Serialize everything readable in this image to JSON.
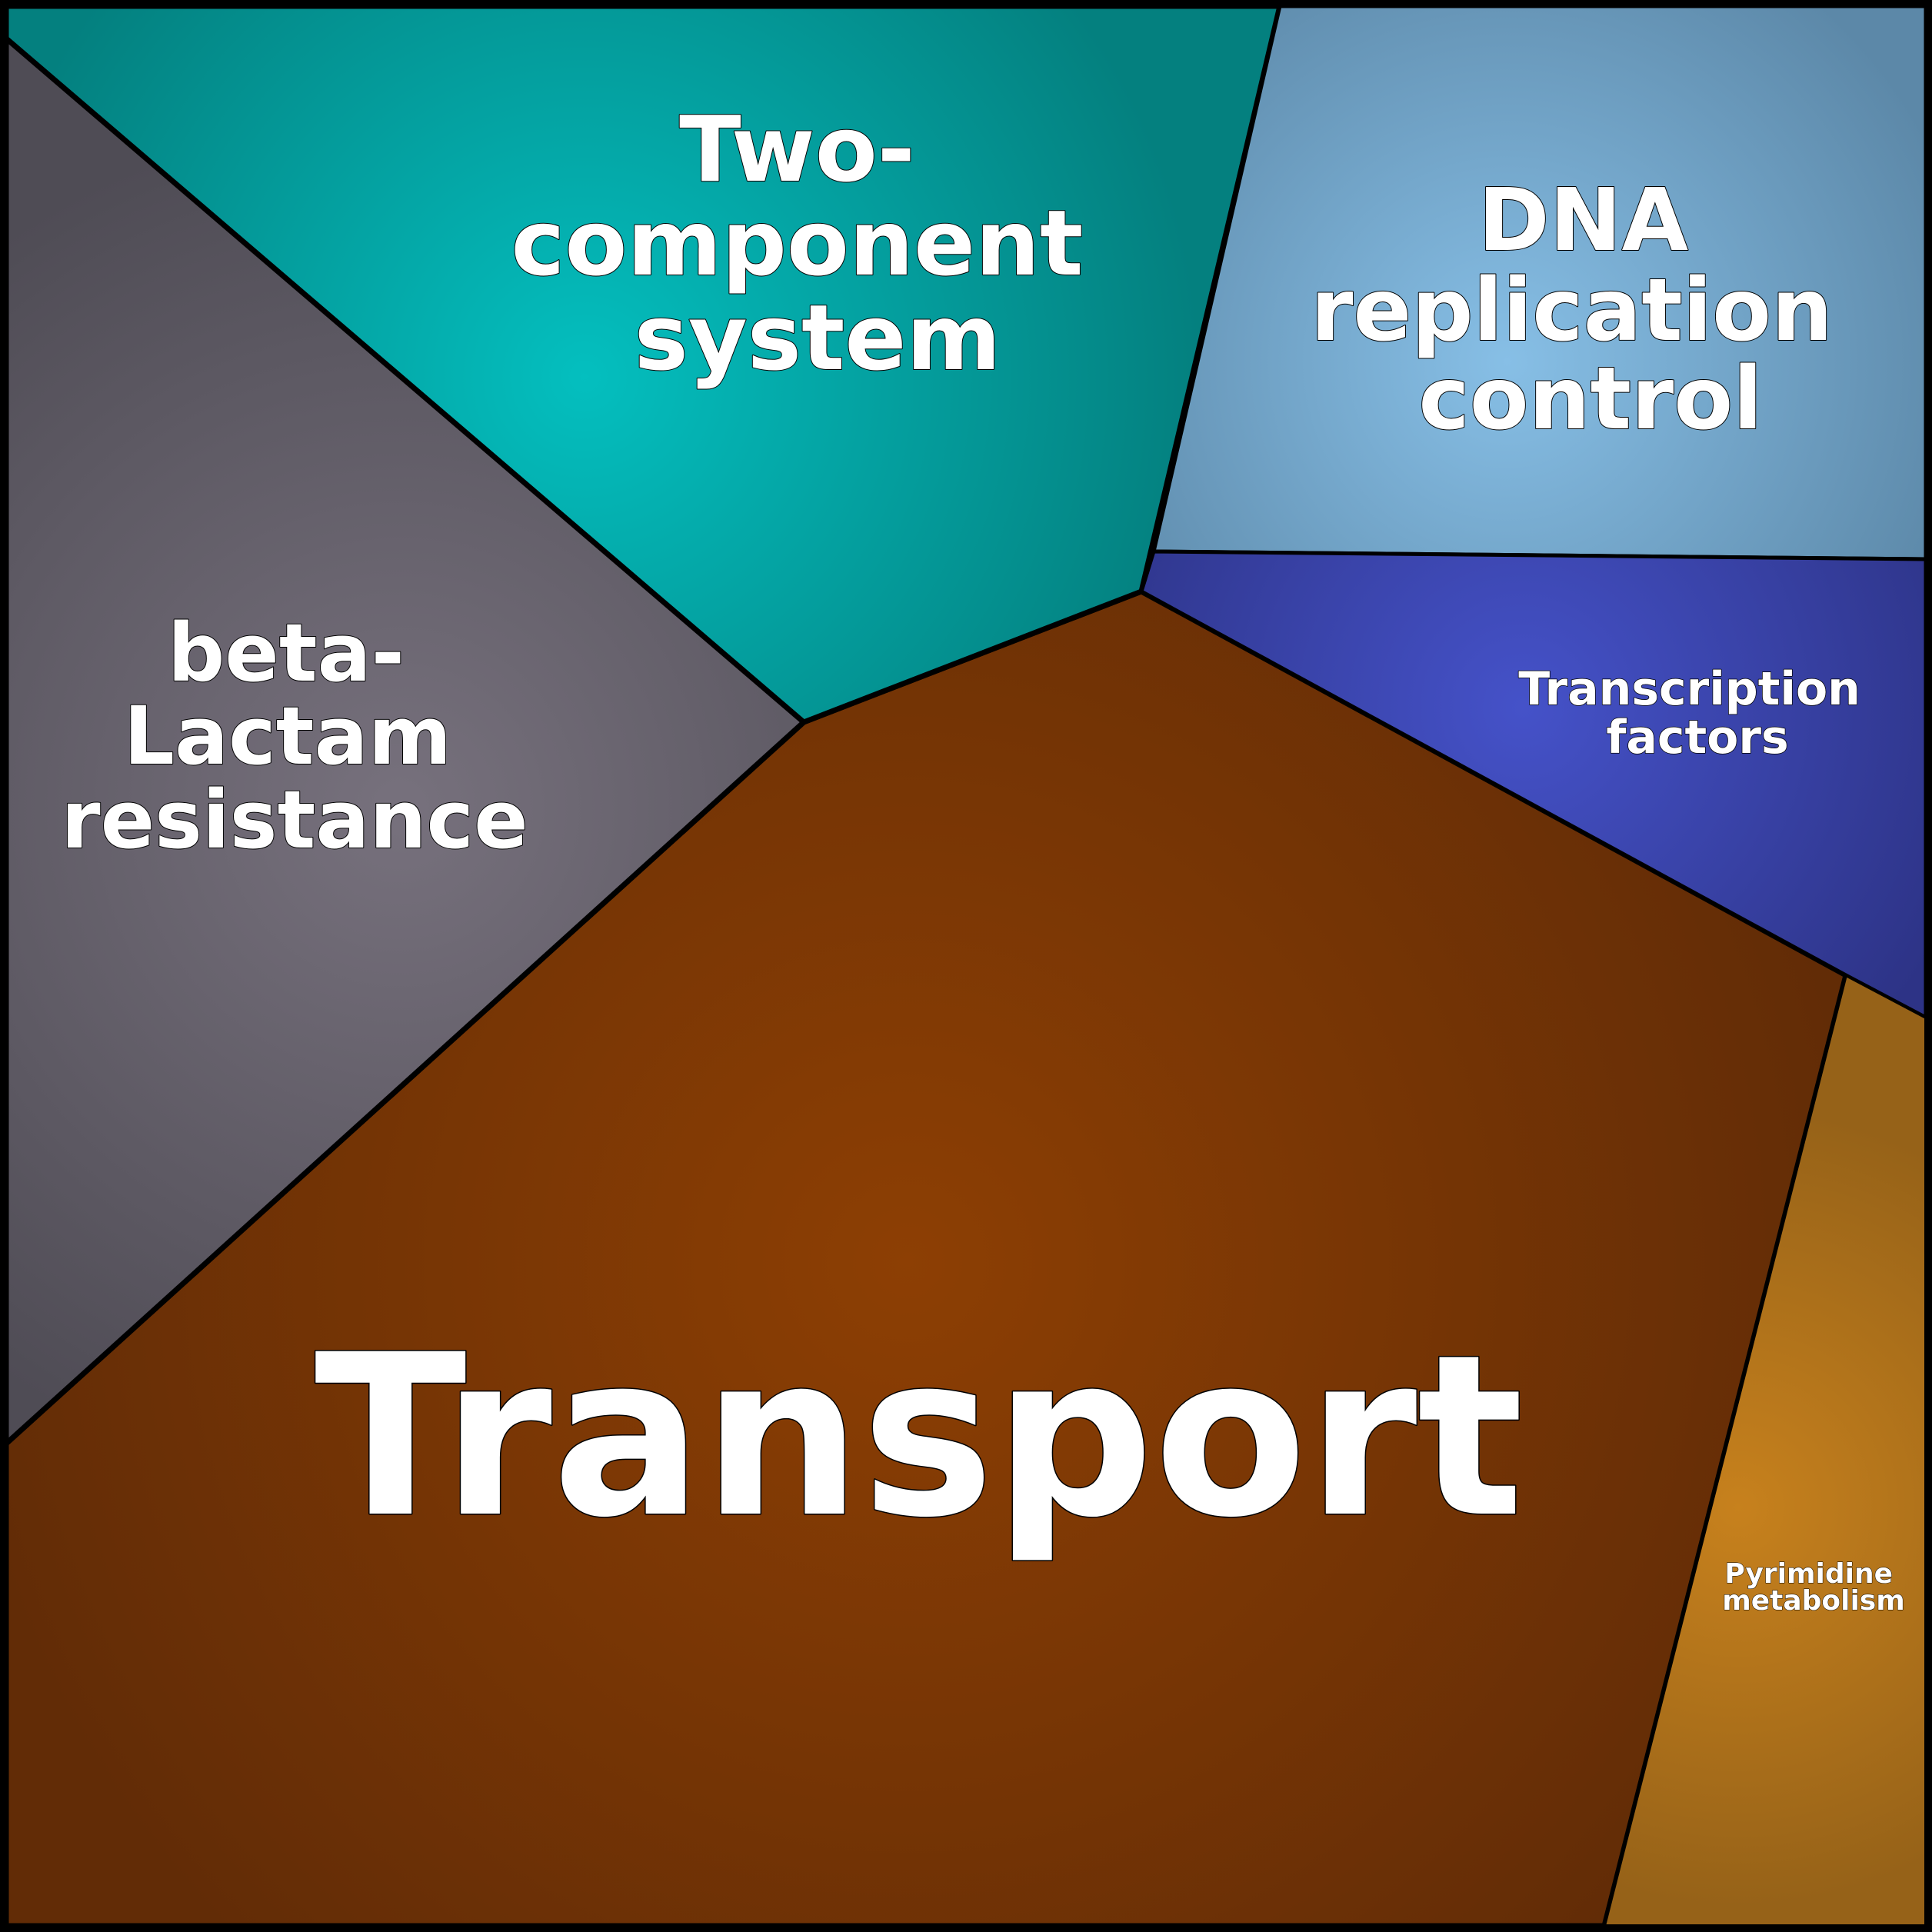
{
  "diagram": {
    "type": "voronoi-treemap",
    "cells": [
      {
        "id": "transport",
        "label": [
          "Transport"
        ],
        "color_center": "#8d3f04",
        "color_edge": "#622c06"
      },
      {
        "id": "two-component",
        "label": [
          "Two-",
          "component",
          "system"
        ],
        "color_center": "#04bfbf",
        "color_edge": "#04807f"
      },
      {
        "id": "beta-lactam",
        "label": [
          "beta-",
          "Lactam",
          "resistance"
        ],
        "color_center": "#77717d",
        "color_edge": "#4f4c55"
      },
      {
        "id": "dna-replication",
        "label": [
          "DNA",
          "replication",
          "control"
        ],
        "color_center": "#87bfe6",
        "color_edge": "#5c88a8"
      },
      {
        "id": "transcription",
        "label": [
          "Transcription",
          "factors"
        ],
        "color_center": "#4552c9",
        "color_edge": "#2d3386"
      },
      {
        "id": "pyrimidine",
        "label": [
          "Pyrimidine",
          "metabolism"
        ],
        "color_center": "#c7811d",
        "color_edge": "#966218"
      }
    ]
  }
}
